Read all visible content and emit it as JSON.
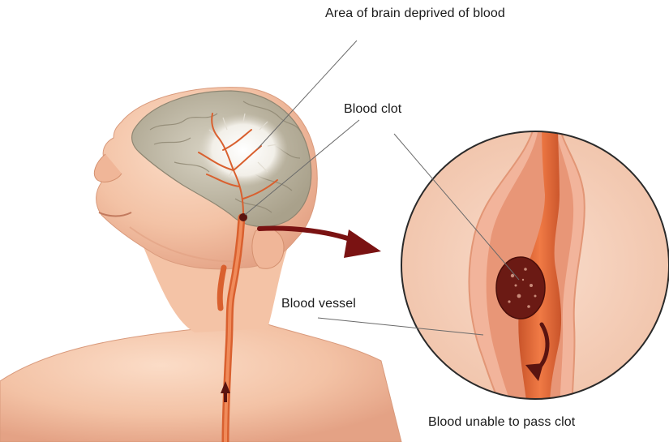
{
  "labels": {
    "area": "Area of brain deprived of blood",
    "clot": "Blood clot",
    "vessel": "Blood vessel",
    "unable": "Blood unable to pass clot"
  },
  "colors": {
    "skin": "#f6c9ad",
    "skin_shadow": "#e9a88a",
    "brain": "#bdb6a2",
    "artery": "#e06a3a",
    "artery_dark": "#b8431f",
    "clot": "#6b1a14",
    "arrow": "#7a1212",
    "circle_fill": "#f7d3bf"
  }
}
